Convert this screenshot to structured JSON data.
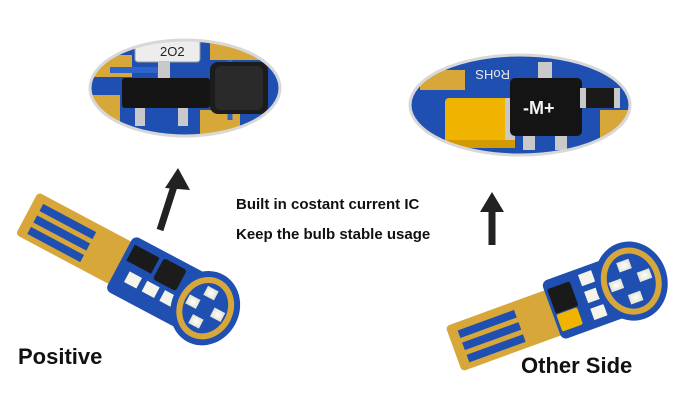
{
  "caption": {
    "line1": "Built in costant current IC",
    "line2": "Keep the bulb stable usage"
  },
  "labels": {
    "positive": "Positive",
    "other_side": "Other Side"
  },
  "printed_markings": {
    "resistor_top_left": "2O2",
    "chip_top_right": "-M+",
    "board_text": "RoHS"
  },
  "colors": {
    "pcb_blue": "#1f4fb0",
    "gold": "#d8a73a",
    "component_black": "#1a1a1a",
    "tantalum_yellow": "#f0b400",
    "led_white": "#f4f4ea",
    "arrow": "#222222"
  }
}
